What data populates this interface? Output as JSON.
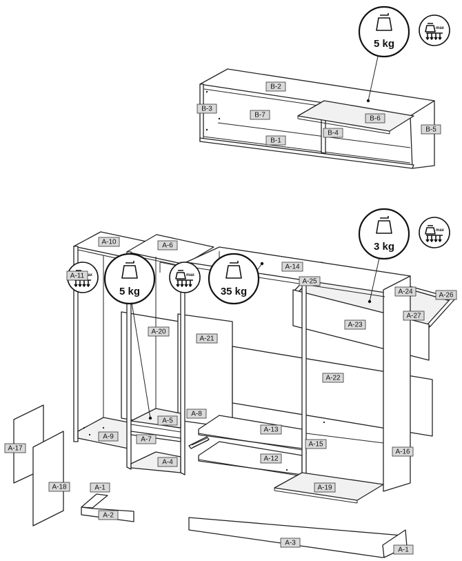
{
  "weight_badges": [
    {
      "id": "shelf-b6",
      "text": "5 kg"
    },
    {
      "id": "drawer",
      "text": "3 kg"
    },
    {
      "id": "shelf-a5",
      "text": "5 kg"
    },
    {
      "id": "shelf-a14",
      "text": "35 kg"
    }
  ],
  "max_icon_text": "max",
  "labels": {
    "B2": "B-2",
    "B3": "B-3",
    "B7": "B-7",
    "B6": "B-6",
    "B4": "B-4",
    "B5": "B-5",
    "B1": "B-1",
    "A25": "A-25",
    "A24": "A-24",
    "A27": "A-27",
    "A26": "A-26",
    "A23": "A-23",
    "A20": "A-20",
    "A21": "A-21",
    "A22": "A-22",
    "A10": "A-10",
    "A6": "A-6",
    "A14": "A-14",
    "A11": "A-11",
    "A5": "A-5",
    "A8": "A-8",
    "A13": "A-13",
    "A15": "A-15",
    "A16": "A-16",
    "A17": "A-17",
    "A9": "A-9",
    "A7": "A-7",
    "A4": "A-4",
    "A12": "A-12",
    "A18": "A-18",
    "A1a": "A-1",
    "A2": "A-2",
    "A19": "A-19",
    "A3": "A-3",
    "A1b": "A-1"
  }
}
